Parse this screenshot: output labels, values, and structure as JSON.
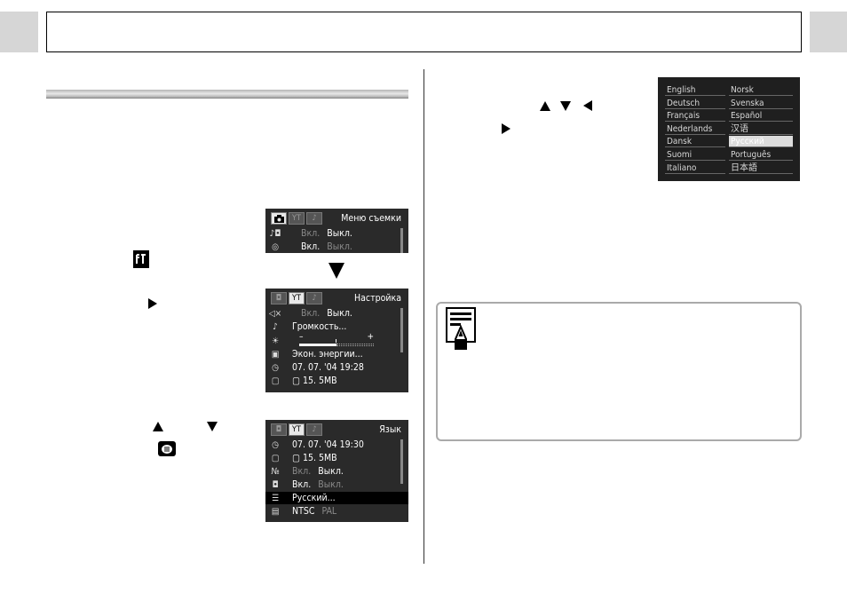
{
  "lcd1": {
    "title": "Меню съемки",
    "rows": [
      {
        "v1": "Вкл.",
        "v2": "Выкл."
      },
      {
        "v1": "Вкл.",
        "v2": "Выкл."
      }
    ]
  },
  "lcd2": {
    "title": "Настройка",
    "rows": [
      {
        "v1": "Вкл.",
        "v2": "Выкл."
      },
      {
        "v1": "Громкость..."
      },
      {
        "minus": "–",
        "plus": "+"
      },
      {
        "v1": "Экон. энергии..."
      },
      {
        "v1": "07. 07. '04 19:28"
      },
      {
        "v1": "15. 5MB"
      }
    ]
  },
  "lcd3": {
    "title": "Язык",
    "rows": [
      {
        "v1": "07. 07. '04 19:30"
      },
      {
        "v1": "15. 5MB"
      },
      {
        "v1": "Вкл.",
        "v2": "Выкл."
      },
      {
        "v1": "Вкл.",
        "v2": "Выкл."
      },
      {
        "v1": "Русский..."
      },
      {
        "v1": "NTSC",
        "v2": "PAL"
      }
    ]
  },
  "languages": {
    "left": [
      "English",
      "Deutsch",
      "Français",
      "Nederlands",
      "Dansk",
      "Suomi",
      "Italiano"
    ],
    "right": [
      "Norsk",
      "Svenska",
      "Español",
      "汉语",
      "Русский",
      "Português",
      "日本語"
    ],
    "selected": "Русский"
  },
  "colors": {
    "sidebox": "#d6d6d6",
    "lcd_bg": "#2a2a2a"
  }
}
